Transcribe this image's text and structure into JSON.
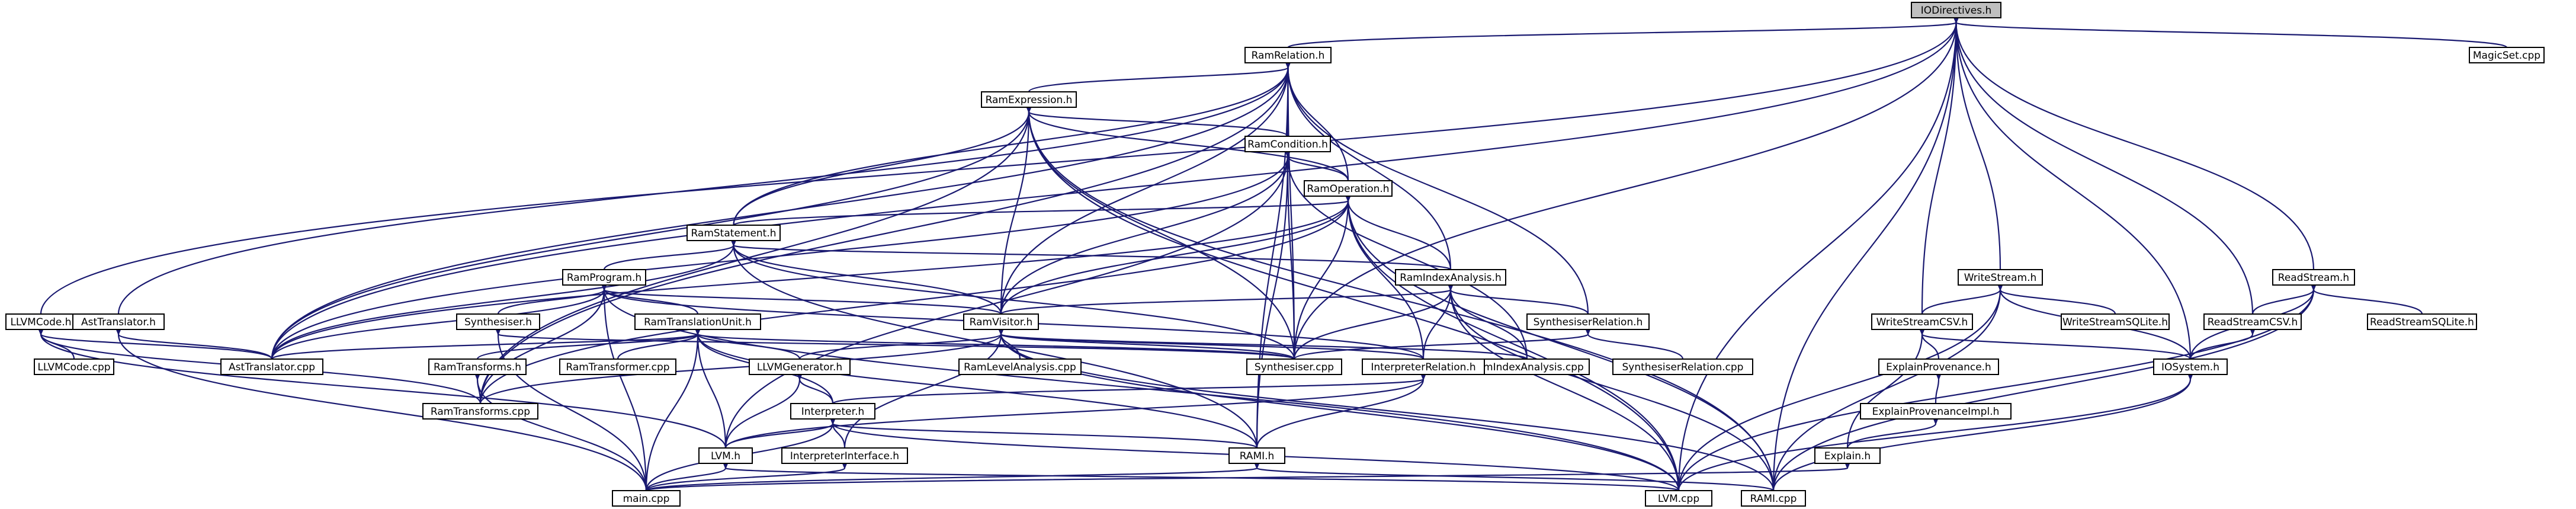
{
  "colors": {
    "edge": "#191970",
    "node_border": "#000000",
    "node_fill": "#ffffff",
    "root_fill": "#bfbfbf"
  },
  "nodes": [
    {
      "id": "iodirectives",
      "label": "IODirectives.h",
      "root": true
    },
    {
      "id": "ramrelation",
      "label": "RamRelation.h"
    },
    {
      "id": "llvmcode_h",
      "label": "LLVMCode.h"
    },
    {
      "id": "asttranslator_h",
      "label": "AstTranslator.h"
    },
    {
      "id": "asttranslator_cpp",
      "label": "AstTranslator.cpp"
    },
    {
      "id": "ramtransforms_cpp",
      "label": "RamTransforms.cpp"
    },
    {
      "id": "ramexpression",
      "label": "RamExpression.h"
    },
    {
      "id": "ramcondition",
      "label": "RamCondition.h"
    },
    {
      "id": "ramoperation",
      "label": "RamOperation.h"
    },
    {
      "id": "ramstatement",
      "label": "RamStatement.h"
    },
    {
      "id": "ramprogram",
      "label": "RamProgram.h"
    },
    {
      "id": "synthesiser_h",
      "label": "Synthesiser.h"
    },
    {
      "id": "ramtranslationunit",
      "label": "RamTranslationUnit.h"
    },
    {
      "id": "ramvisitor",
      "label": "RamVisitor.h"
    },
    {
      "id": "ramindexanalysis_h",
      "label": "RamIndexAnalysis.h"
    },
    {
      "id": "synthesiserrelation_h",
      "label": "SynthesiserRelation.h"
    },
    {
      "id": "synthesiser_cpp",
      "label": "Synthesiser.cpp"
    },
    {
      "id": "ramindexanalysis_cpp",
      "label": "RamIndexAnalysis.cpp"
    },
    {
      "id": "synthesiserrelation_cpp",
      "label": "SynthesiserRelation.cpp"
    },
    {
      "id": "interpreterrelation_h",
      "label": "InterpreterRelation.h"
    },
    {
      "id": "ramlevelanalysis_cpp",
      "label": "RamLevelAnalysis.cpp"
    },
    {
      "id": "llvmgenerator_h",
      "label": "LLVMGenerator.h"
    },
    {
      "id": "ramtransforms_h",
      "label": "RamTransforms.h"
    },
    {
      "id": "ramtransformer_cpp",
      "label": "RamTransformer.cpp"
    },
    {
      "id": "llvmcode_cpp",
      "label": "LLVMCode.cpp"
    },
    {
      "id": "interpreter_h",
      "label": "Interpreter.h"
    },
    {
      "id": "lvm_h",
      "label": "LVM.h"
    },
    {
      "id": "interpreterinterface_h",
      "label": "InterpreterInterface.h"
    },
    {
      "id": "rami_h",
      "label": "RAMI.h"
    },
    {
      "id": "main_cpp",
      "label": "main.cpp"
    },
    {
      "id": "lvm_cpp",
      "label": "LVM.cpp"
    },
    {
      "id": "rami_cpp",
      "label": "RAMI.cpp"
    },
    {
      "id": "writestream_h",
      "label": "WriteStream.h"
    },
    {
      "id": "writestreamcsv_h",
      "label": "WriteStreamCSV.h"
    },
    {
      "id": "writestreamsqlite_h",
      "label": "WriteStreamSQLite.h"
    },
    {
      "id": "explainprovenance_h",
      "label": "ExplainProvenance.h"
    },
    {
      "id": "explainprovenanceimpl_h",
      "label": "ExplainProvenanceImpl.h"
    },
    {
      "id": "explain_h",
      "label": "Explain.h"
    },
    {
      "id": "iosystem_h",
      "label": "IOSystem.h"
    },
    {
      "id": "readstream_h",
      "label": "ReadStream.h"
    },
    {
      "id": "readstreamcsv_h",
      "label": "ReadStreamCSV.h"
    },
    {
      "id": "readstreamsqlite_h",
      "label": "ReadStreamSQLite.h"
    },
    {
      "id": "magicset_cpp",
      "label": "MagicSet.cpp"
    }
  ],
  "edges": [
    [
      "iodirectives",
      "ramrelation"
    ],
    [
      "iodirectives",
      "llvmcode_h"
    ],
    [
      "iodirectives",
      "asttranslator_cpp"
    ],
    [
      "iodirectives",
      "synthesiser_cpp"
    ],
    [
      "iodirectives",
      "writestream_h"
    ],
    [
      "iodirectives",
      "writestreamcsv_h"
    ],
    [
      "iodirectives",
      "readstream_h"
    ],
    [
      "iodirectives",
      "readstreamcsv_h"
    ],
    [
      "iodirectives",
      "iosystem_h"
    ],
    [
      "iodirectives",
      "lvm_cpp"
    ],
    [
      "iodirectives",
      "rami_cpp"
    ],
    [
      "iodirectives",
      "magicset_cpp"
    ],
    [
      "ramrelation",
      "ramexpression"
    ],
    [
      "ramrelation",
      "ramcondition"
    ],
    [
      "ramrelation",
      "ramoperation"
    ],
    [
      "ramrelation",
      "ramstatement"
    ],
    [
      "ramrelation",
      "ramindexanalysis_h"
    ],
    [
      "ramrelation",
      "synthesiserrelation_h"
    ],
    [
      "ramrelation",
      "synthesiser_cpp"
    ],
    [
      "ramrelation",
      "asttranslator_h"
    ],
    [
      "ramrelation",
      "asttranslator_cpp"
    ],
    [
      "ramrelation",
      "ramtransforms_cpp"
    ],
    [
      "ramrelation",
      "ramvisitor"
    ],
    [
      "ramrelation",
      "rami_h"
    ],
    [
      "ramexpression",
      "ramcondition"
    ],
    [
      "ramexpression",
      "ramoperation"
    ],
    [
      "ramexpression",
      "ramstatement"
    ],
    [
      "ramexpression",
      "ramvisitor"
    ],
    [
      "ramexpression",
      "synthesiser_cpp"
    ],
    [
      "ramexpression",
      "asttranslator_cpp"
    ],
    [
      "ramexpression",
      "ramtransforms_cpp"
    ],
    [
      "ramexpression",
      "lvm_cpp"
    ],
    [
      "ramexpression",
      "rami_cpp"
    ],
    [
      "ramcondition",
      "ramoperation"
    ],
    [
      "ramcondition",
      "ramvisitor"
    ],
    [
      "ramcondition",
      "synthesiser_cpp"
    ],
    [
      "ramcondition",
      "asttranslator_cpp"
    ],
    [
      "ramcondition",
      "ramindexanalysis_cpp"
    ],
    [
      "ramcondition",
      "rami_h"
    ],
    [
      "ramcondition",
      "lvm_h"
    ],
    [
      "ramoperation",
      "ramstatement"
    ],
    [
      "ramoperation",
      "ramindexanalysis_h"
    ],
    [
      "ramoperation",
      "ramvisitor"
    ],
    [
      "ramoperation",
      "synthesiser_cpp"
    ],
    [
      "ramoperation",
      "asttranslator_cpp"
    ],
    [
      "ramoperation",
      "interpreterrelation_h"
    ],
    [
      "ramoperation",
      "ramtransforms_cpp"
    ],
    [
      "ramoperation",
      "lvm_cpp"
    ],
    [
      "ramoperation",
      "rami_cpp"
    ],
    [
      "ramstatement",
      "ramprogram"
    ],
    [
      "ramstatement",
      "ramindexanalysis_h"
    ],
    [
      "ramstatement",
      "ramvisitor"
    ],
    [
      "ramstatement",
      "asttranslator_cpp"
    ],
    [
      "ramstatement",
      "synthesiser_cpp"
    ],
    [
      "ramstatement",
      "rami_h"
    ],
    [
      "ramprogram",
      "ramtranslationunit"
    ],
    [
      "ramprogram",
      "synthesiser_h"
    ],
    [
      "ramprogram",
      "ramvisitor"
    ],
    [
      "ramprogram",
      "asttranslator_cpp"
    ],
    [
      "ramprogram",
      "ramtransforms_cpp"
    ],
    [
      "ramprogram",
      "main_cpp"
    ],
    [
      "ramprogram",
      "lvm_cpp"
    ],
    [
      "ramprogram",
      "interpreterrelation_h"
    ],
    [
      "ramindexanalysis_h",
      "ramvisitor"
    ],
    [
      "ramindexanalysis_h",
      "synthesiserrelation_h"
    ],
    [
      "ramindexanalysis_h",
      "synthesiser_cpp"
    ],
    [
      "ramindexanalysis_h",
      "ramindexanalysis_cpp"
    ],
    [
      "ramindexanalysis_h",
      "interpreterrelation_h"
    ],
    [
      "ramindexanalysis_h",
      "lvm_cpp"
    ],
    [
      "ramindexanalysis_h",
      "rami_cpp"
    ],
    [
      "synthesiserrelation_h",
      "synthesiser_cpp"
    ],
    [
      "synthesiserrelation_h",
      "synthesiserrelation_cpp"
    ],
    [
      "ramtranslationunit",
      "ramtransforms_h"
    ],
    [
      "ramtranslationunit",
      "ramtransformer_cpp"
    ],
    [
      "ramtranslationunit",
      "llvmgenerator_h"
    ],
    [
      "ramtranslationunit",
      "interpreter_h"
    ],
    [
      "ramtranslationunit",
      "asttranslator_cpp"
    ],
    [
      "ramtranslationunit",
      "synthesiser_cpp"
    ],
    [
      "ramtranslationunit",
      "lvm_h"
    ],
    [
      "ramtranslationunit",
      "main_cpp"
    ],
    [
      "ramtranslationunit",
      "rami_h"
    ],
    [
      "ramvisitor",
      "synthesiser_cpp"
    ],
    [
      "ramvisitor",
      "ramindexanalysis_cpp"
    ],
    [
      "ramvisitor",
      "ramlevelanalysis_cpp"
    ],
    [
      "ramvisitor",
      "interpreterrelation_h"
    ],
    [
      "ramvisitor",
      "llvmgenerator_h"
    ],
    [
      "ramvisitor",
      "interpreterinterface_h"
    ],
    [
      "ramvisitor",
      "ramtransforms_cpp"
    ],
    [
      "ramvisitor",
      "lvm_cpp"
    ],
    [
      "ramvisitor",
      "rami_cpp"
    ],
    [
      "synthesiser_h",
      "synthesiser_cpp"
    ],
    [
      "synthesiser_h",
      "main_cpp"
    ],
    [
      "asttranslator_h",
      "asttranslator_cpp"
    ],
    [
      "asttranslator_h",
      "main_cpp"
    ],
    [
      "llvmcode_h",
      "llvmcode_cpp"
    ],
    [
      "llvmcode_h",
      "asttranslator_cpp"
    ],
    [
      "llvmcode_h",
      "ramtransforms_cpp"
    ],
    [
      "llvmcode_h",
      "lvm_h"
    ],
    [
      "ramtransforms_h",
      "ramtransforms_cpp"
    ],
    [
      "ramtransforms_h",
      "main_cpp"
    ],
    [
      "interpreterrelation_h",
      "interpreter_h"
    ],
    [
      "interpreterrelation_h",
      "lvm_h"
    ],
    [
      "interpreterrelation_h",
      "rami_h"
    ],
    [
      "llvmgenerator_h",
      "interpreter_h"
    ],
    [
      "llvmgenerator_h",
      "lvm_h"
    ],
    [
      "interpreter_h",
      "lvm_h"
    ],
    [
      "interpreter_h",
      "interpreterinterface_h"
    ],
    [
      "interpreter_h",
      "rami_h"
    ],
    [
      "interpreter_h",
      "main_cpp"
    ],
    [
      "interpreter_h",
      "lvm_cpp"
    ],
    [
      "lvm_h",
      "main_cpp"
    ],
    [
      "lvm_h",
      "lvm_cpp"
    ],
    [
      "interpreterinterface_h",
      "main_cpp"
    ],
    [
      "rami_h",
      "main_cpp"
    ],
    [
      "rami_h",
      "rami_cpp"
    ],
    [
      "writestream_h",
      "writestreamcsv_h"
    ],
    [
      "writestream_h",
      "writestreamsqlite_h"
    ],
    [
      "writestream_h",
      "iosystem_h"
    ],
    [
      "writestream_h",
      "lvm_cpp"
    ],
    [
      "writestream_h",
      "rami_cpp"
    ],
    [
      "writestreamcsv_h",
      "explainprovenance_h"
    ],
    [
      "writestreamcsv_h",
      "explain_h"
    ],
    [
      "writestreamcsv_h",
      "iosystem_h"
    ],
    [
      "explainprovenance_h",
      "explainprovenanceimpl_h"
    ],
    [
      "explainprovenanceimpl_h",
      "explain_h"
    ],
    [
      "explain_h",
      "main_cpp"
    ],
    [
      "readstream_h",
      "readstreamcsv_h"
    ],
    [
      "readstream_h",
      "readstreamsqlite_h"
    ],
    [
      "readstream_h",
      "iosystem_h"
    ],
    [
      "readstream_h",
      "lvm_cpp"
    ],
    [
      "readstream_h",
      "rami_cpp"
    ],
    [
      "readstreamcsv_h",
      "iosystem_h"
    ],
    [
      "iosystem_h",
      "lvm_cpp"
    ],
    [
      "iosystem_h",
      "rami_cpp"
    ]
  ]
}
